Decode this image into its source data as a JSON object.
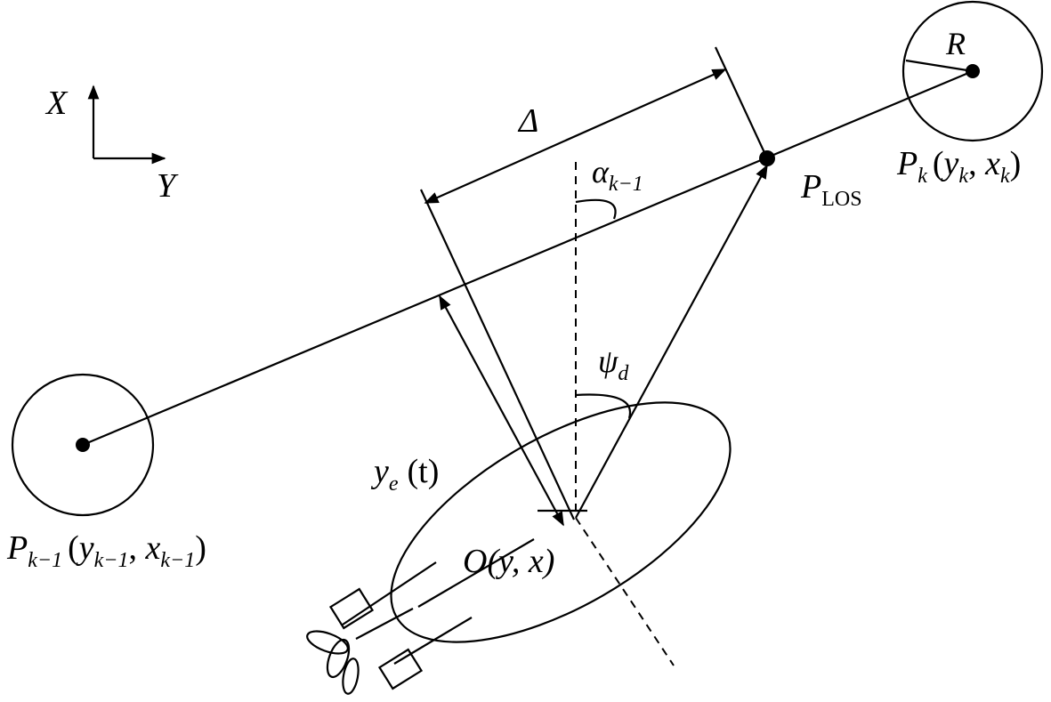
{
  "diagram": {
    "axes": {
      "x_label": "X",
      "y_label": "Y"
    },
    "waypoint_prev": {
      "P": "P",
      "sub": "k−1",
      "coords_prefix": "(",
      "y": "y",
      "y_sub": "k−1",
      "sep": ", ",
      "x": "x",
      "x_sub": "k−1",
      "coords_suffix": ")"
    },
    "waypoint_next": {
      "P": "P",
      "sub": "k",
      "coords_prefix": "(",
      "y": "y",
      "y_sub": "k",
      "sep": ", ",
      "x": "x",
      "x_sub": "k",
      "coords_suffix": ")"
    },
    "radius_label": "R",
    "los_point": {
      "P": "P",
      "sub": "LOS"
    },
    "lookahead_label": "Δ",
    "path_angle": {
      "sym": "α",
      "sub": "k−1"
    },
    "desired_heading": {
      "sym": "ψ",
      "sub": "d"
    },
    "cross_track_error": {
      "sym": "y",
      "sub": "e",
      "arg": "(t)"
    },
    "vessel_origin": "O(y, x)",
    "line_color": "#000000"
  }
}
